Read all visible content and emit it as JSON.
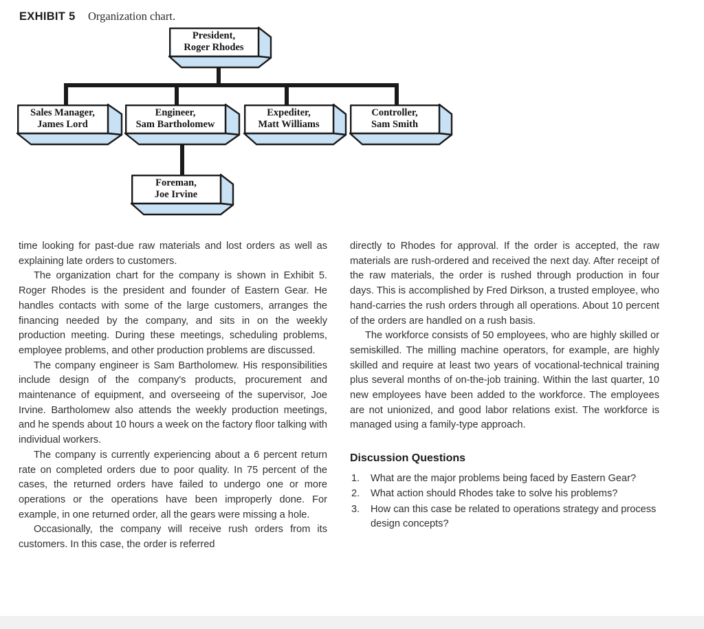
{
  "exhibit": {
    "label": "EXHIBIT 5",
    "caption": "Organization chart."
  },
  "colors": {
    "box_face": "#ffffff",
    "box_shade": "#c9e1f4",
    "box_stroke": "#1a1a1a",
    "connector": "#1a1a1a",
    "body_text": "#2e2e2e",
    "heading_text": "#1a1a1a"
  },
  "org_chart": {
    "nodes": [
      {
        "id": "president",
        "title": "President,",
        "name": "Roger Rhodes"
      },
      {
        "id": "sales-manager",
        "title": "Sales Manager,",
        "name": "James Lord"
      },
      {
        "id": "engineer",
        "title": "Engineer,",
        "name": "Sam Bartholomew"
      },
      {
        "id": "expediter",
        "title": "Expediter,",
        "name": "Matt Williams"
      },
      {
        "id": "controller",
        "title": "Controller,",
        "name": "Sam Smith"
      },
      {
        "id": "foreman",
        "title": "Foreman,",
        "name": "Joe Irvine"
      }
    ]
  },
  "left_column": {
    "paragraphs": [
      "time looking for past-due raw materials and lost orders as well as explaining late orders to customers.",
      "The organization chart for the company is shown in Exhibit 5. Roger Rhodes is the president and founder of Eastern Gear. He handles contacts with some of the large customers, arranges the financing needed by the company, and sits in on the weekly production meeting. During these meetings, scheduling problems, employee problems, and other production problems are discussed.",
      "The company engineer is Sam Bartholomew. His responsibilities include design of the company's products, procurement and maintenance of equipment, and overseeing of the supervisor, Joe Irvine. Bartholomew also attends the weekly production meetings, and he spends about 10 hours a week on the factory floor talking with individual workers.",
      "The company is currently experiencing about a 6 percent return rate on completed orders due to poor quality. In 75 percent of the cases, the returned orders have failed to undergo one or more operations or the operations have been improperly done. For example, in one returned order, all the gears were missing a hole.",
      "Occasionally, the company will receive rush orders from its customers. In this case, the order is referred"
    ]
  },
  "right_column": {
    "paragraphs": [
      "directly to Rhodes for approval. If the order is accepted, the raw materials are rush-ordered and received the next day. After receipt of the raw materials, the order is rushed through production in four days. This is accomplished by Fred Dirkson, a trusted employee, who hand-carries the rush orders through all operations. About 10 percent of the orders are handled on a rush basis.",
      "The workforce consists of 50 employees, who are highly skilled or semiskilled. The milling machine operators, for example, are highly skilled and require at least two years of vocational-technical training plus several months of on-the-job training. Within the last quarter, 10 new employees have been added to the workforce. The employees are not unionized, and good labor relations exist. The workforce is managed using a family-type approach."
    ],
    "discussion_heading": "Discussion Questions",
    "questions": [
      {
        "num": "1.",
        "text": "What are the major problems being faced by Eastern Gear?"
      },
      {
        "num": "2.",
        "text": "What action should Rhodes take to solve his problems?"
      },
      {
        "num": "3.",
        "text": "How can this case be related to operations strategy and process design concepts?"
      }
    ]
  }
}
